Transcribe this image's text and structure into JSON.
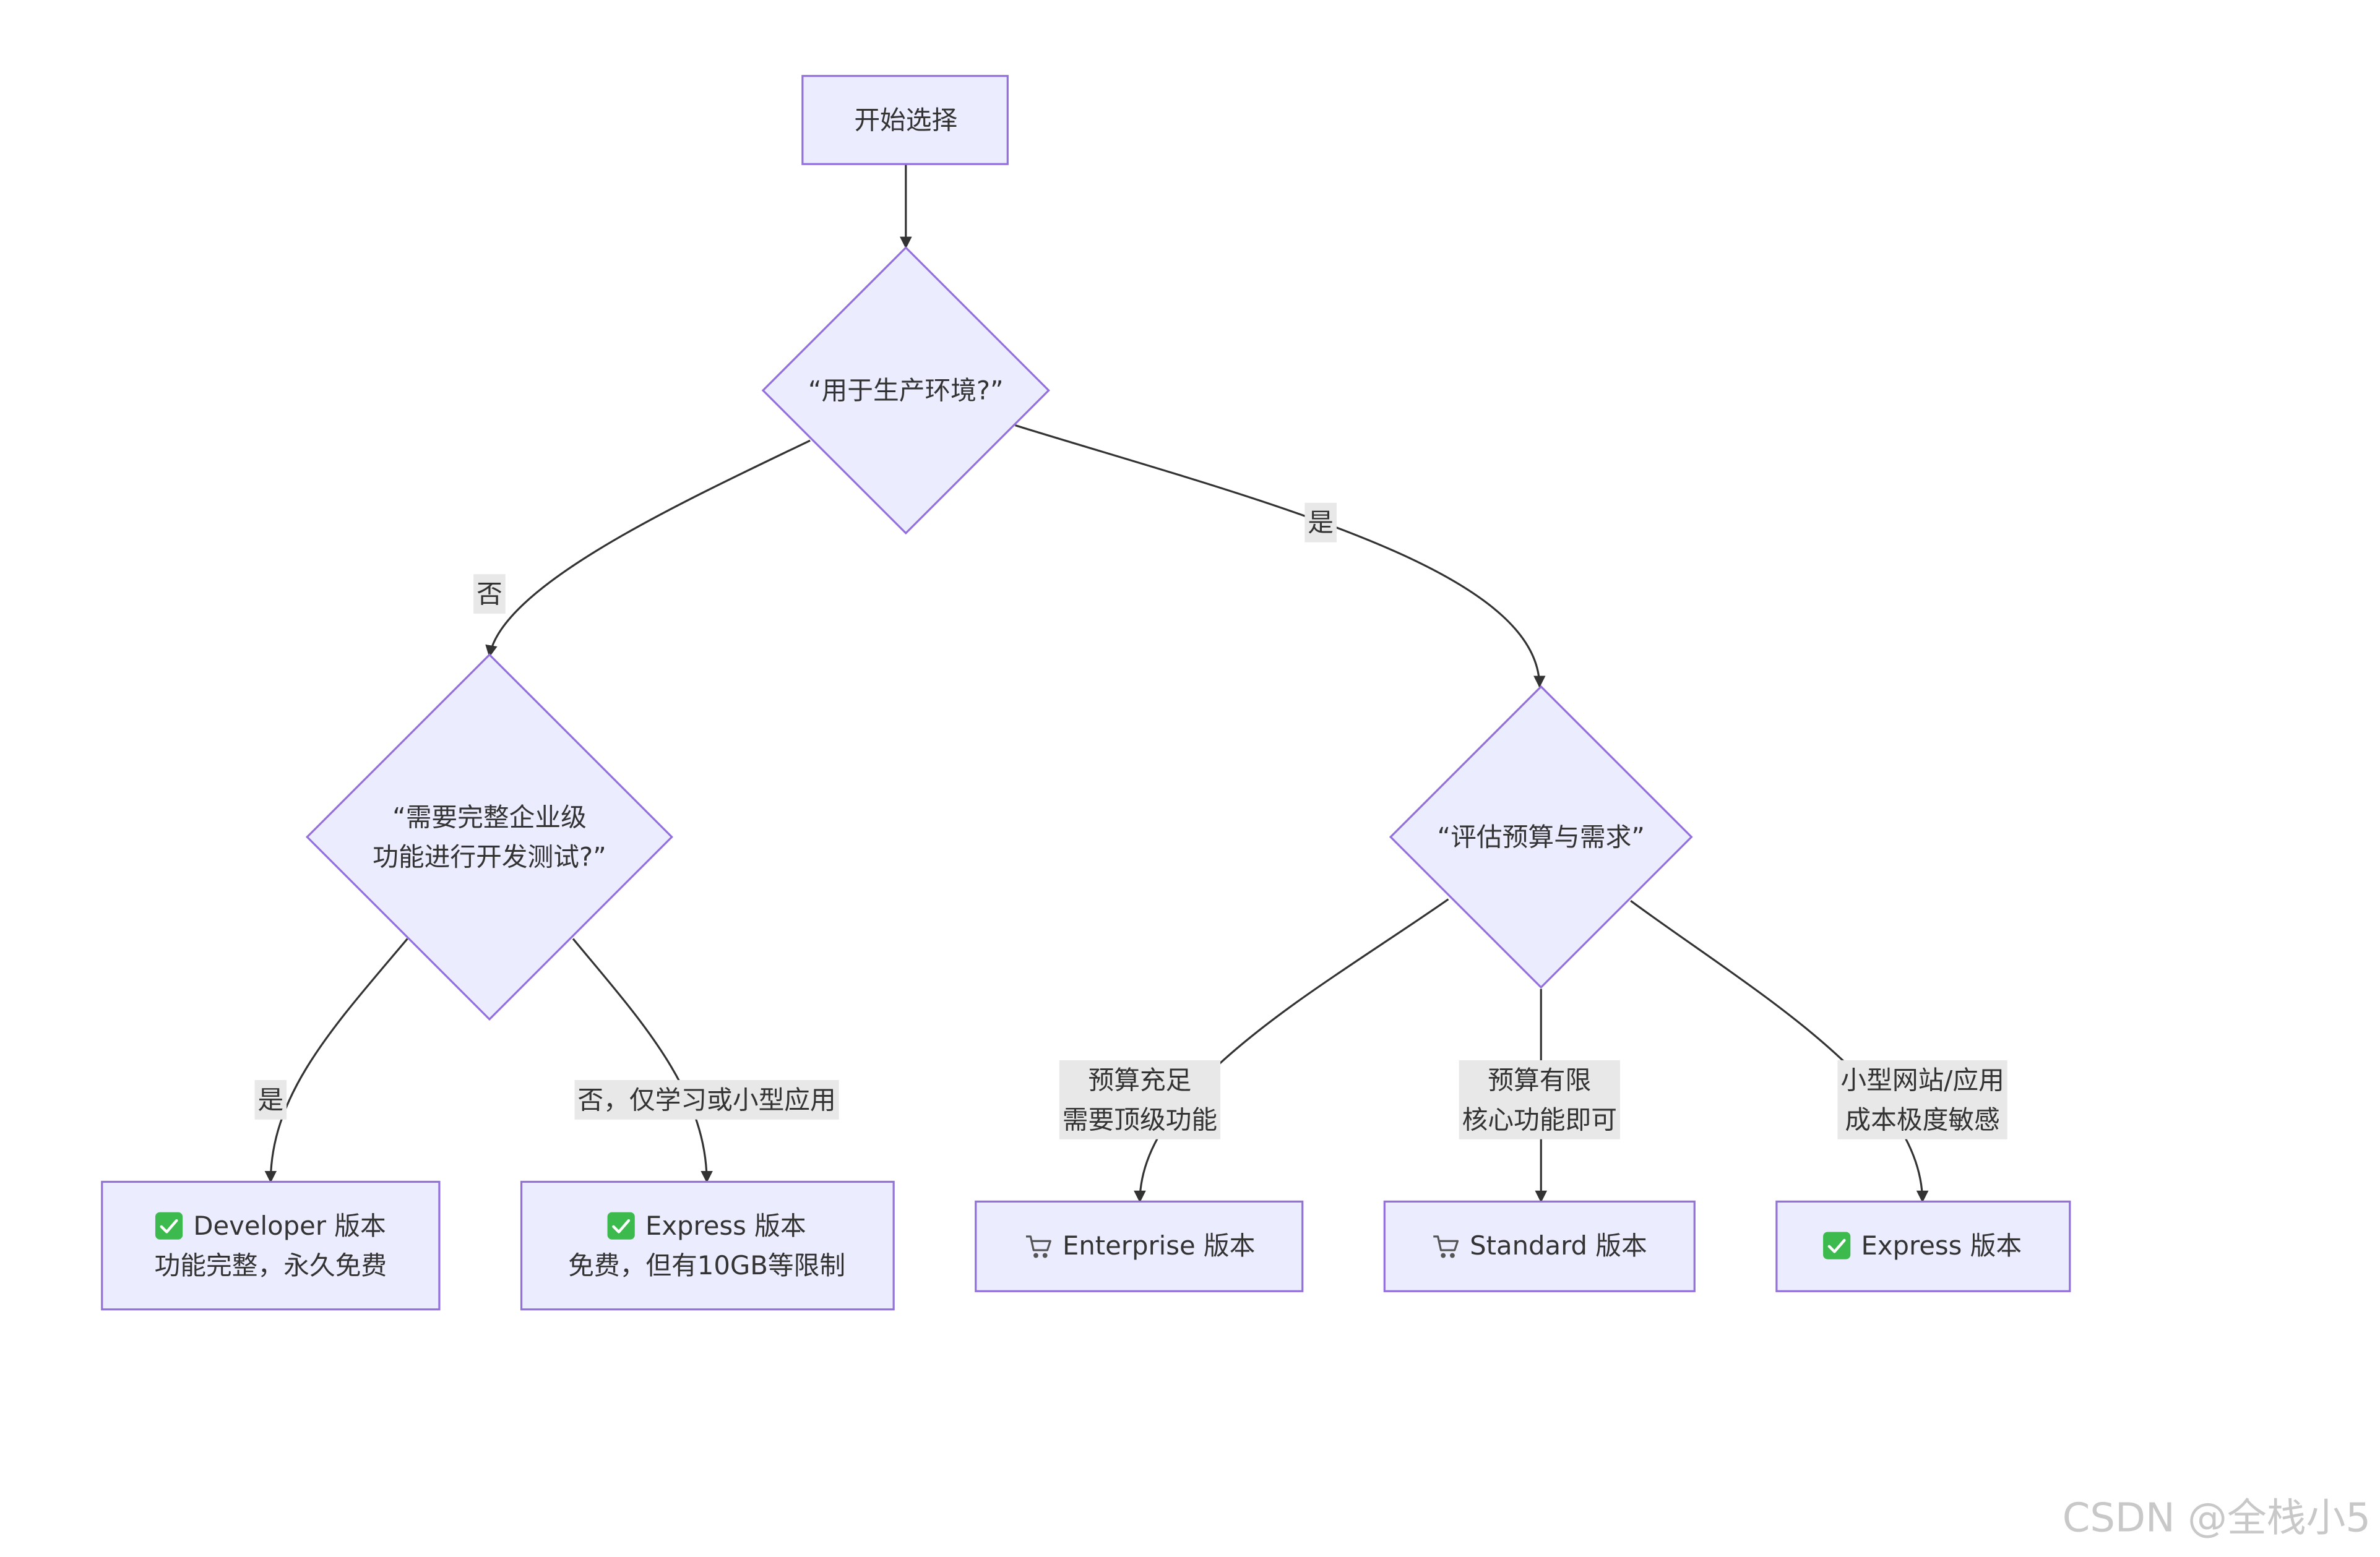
{
  "nodes": {
    "start": {
      "lines": [
        "开始选择"
      ]
    },
    "prod": {
      "lines": [
        "“用于生产环境?”"
      ]
    },
    "dev_q": {
      "lines": [
        "“需要完整企业级",
        "功能进行开发测试?”"
      ]
    },
    "budget": {
      "lines": [
        "“评估预算与需求”"
      ]
    },
    "developer": {
      "lines": [
        "Developer 版本",
        "功能完整，永久免费"
      ],
      "icon": "check-icon"
    },
    "express_a": {
      "lines": [
        "Express 版本",
        "免费，但有10GB等限制"
      ],
      "icon": "check-icon"
    },
    "enterprise": {
      "lines": [
        "Enterprise 版本"
      ],
      "icon": "cart-icon"
    },
    "standard": {
      "lines": [
        "Standard 版本"
      ],
      "icon": "cart-icon"
    },
    "express_b": {
      "lines": [
        "Express 版本"
      ],
      "icon": "check-icon"
    }
  },
  "edges": {
    "start_prod": {
      "lines": []
    },
    "prod_no": {
      "lines": [
        "否"
      ]
    },
    "prod_yes": {
      "lines": [
        "是"
      ]
    },
    "dev_yes": {
      "lines": [
        "是"
      ]
    },
    "dev_no": {
      "lines": [
        "否，仅学习或小型应用"
      ]
    },
    "budget_enough": {
      "lines": [
        "预算充足",
        "需要顶级功能"
      ]
    },
    "budget_limited": {
      "lines": [
        "预算有限",
        "核心功能即可"
      ]
    },
    "budget_small": {
      "lines": [
        "小型网站/应用",
        "成本极度敏感"
      ]
    }
  },
  "watermark": "CSDN @全栈小5",
  "colors": {
    "node_fill": "#ECECFF",
    "node_stroke": "#9370DB",
    "edge": "#333333",
    "edge_label_bg": "#E8E8E8",
    "text": "#333333",
    "check": "#3DBA4E"
  }
}
